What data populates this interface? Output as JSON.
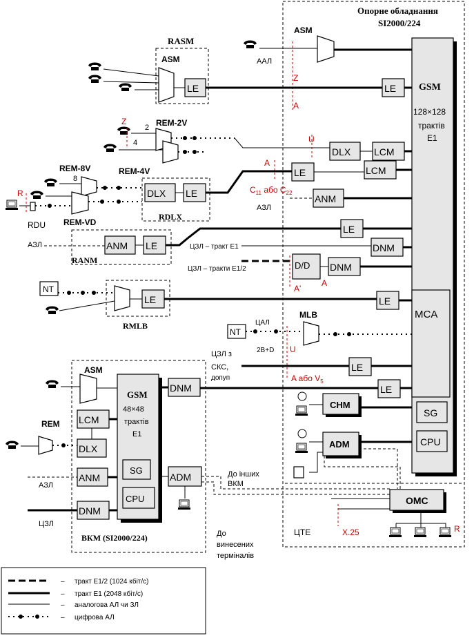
{
  "reference_equipment": {
    "title_line1": "Опорне обладнання",
    "title_line2": "SI2000/224"
  },
  "asm_top": "ASM",
  "aal": "ААЛ",
  "iface_z": "Z",
  "iface_a1": "A",
  "le_top": "LE",
  "gsm": {
    "label": "GSM",
    "size": "128×128",
    "unit": "трактів",
    "e1": "E1"
  },
  "rasm": {
    "title": "RASM",
    "asm": "ASM",
    "le": "LE"
  },
  "rem2v": {
    "label": "REM-2V",
    "z": "Z",
    "n2": "2",
    "n4": "4"
  },
  "iface_u1": "U",
  "dlx_top": "DLX",
  "lcm_top": "LCM",
  "iface_a2": "A",
  "le_row3": "LE",
  "lcm_row3": "LCM",
  "rem8v": "REM-8V",
  "rem4v": "REM-4V",
  "n8": "8",
  "r_label": "R",
  "rdu": "RDU",
  "remvd": "REM-VD",
  "rdlx": {
    "title": "RDLX",
    "dlx": "DLX",
    "le": "LE"
  },
  "c_iface": "C",
  "c_sub1": "11",
  "c_or": " або C",
  "c_sub2": "22",
  "azl_mid": "АЗЛ",
  "anm_mid": "ANM",
  "le_row5": "LE",
  "azl_left": "АЗЛ",
  "ranm": {
    "title": "RANM",
    "anm": "ANM",
    "le": "LE"
  },
  "czl_e1": "ЦЗЛ – тракт E1",
  "dnm_row6": "DNM",
  "czl_e12": "ЦЗЛ – тракти E1/2",
  "dd": "D/D",
  "dnm_row7": "DNM",
  "iface_a_prime": "A'",
  "iface_a3": "A",
  "nt_left": "NT",
  "rmlb": {
    "title": "RMLB",
    "le": "LE"
  },
  "le_row8": "LE",
  "mca": "MCA",
  "mlb": "MLB",
  "nt_mid": "NT",
  "cal": "ЦАЛ",
  "bd": "2B+D",
  "iface_u2": "U",
  "czl_cks1": "ЦЗЛ з",
  "czl_cks2": "СКС,",
  "czl_cks3": "допуп",
  "le_row10": "LE",
  "a_or_v": "A або V",
  "v_sub": "5",
  "le_row11": "LE",
  "chm": "CHM",
  "adm_ref": "ADM",
  "sg_ref": "SG",
  "cpu_ref": "CPU",
  "vkm": {
    "asm": "ASM",
    "dnm_top": "DNM",
    "gsm": "GSM",
    "size": "48×48",
    "unit": "трактів",
    "e1": "E1",
    "lcm": "LCM",
    "dlx": "DLX",
    "anm": "ANM",
    "dnm_bottom": "DNM",
    "sg": "SG",
    "cpu": "CPU",
    "adm": "ADM",
    "title": "ВКМ (SI2000/224)"
  },
  "rem_left": "REM",
  "azl_bottom": "АЗЛ",
  "czl_bottom": "ЦЗЛ",
  "to_other_vkm1": "До інших",
  "to_other_vkm2": "ВКМ",
  "omc": "OMC",
  "ctf": "ЦТЕ",
  "x25": "X.25",
  "r_right": "R",
  "to_remote1": "До",
  "to_remote2": "винесених",
  "to_remote3": "терміналів",
  "legend": [
    {
      "dash": "–",
      "text": "тракт E1/2 (1024 кбіт/с)"
    },
    {
      "dash": "–",
      "text": "тракт E1 (2048 кбіт/с)"
    },
    {
      "dash": "–",
      "text": "аналогова АЛ чи ЗЛ"
    },
    {
      "dash": "–",
      "text": "цифрова АЛ"
    }
  ]
}
